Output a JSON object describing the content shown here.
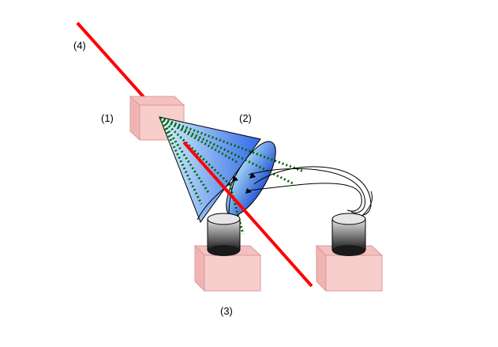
{
  "labels": {
    "label_1": "(1)",
    "label_2": "(2)",
    "label_3": "(3)",
    "label_4": "(4)"
  },
  "colors": {
    "box_fill": "#f8cecc",
    "box_stroke": "#d79b9b",
    "laser": "#ff0000",
    "cone_light": "#d9f4fb",
    "cone_dark": "#2f69e8",
    "ray": "#006600",
    "detector_top": "#e6e6e6",
    "detector_bottom": "#1a1a1a"
  }
}
